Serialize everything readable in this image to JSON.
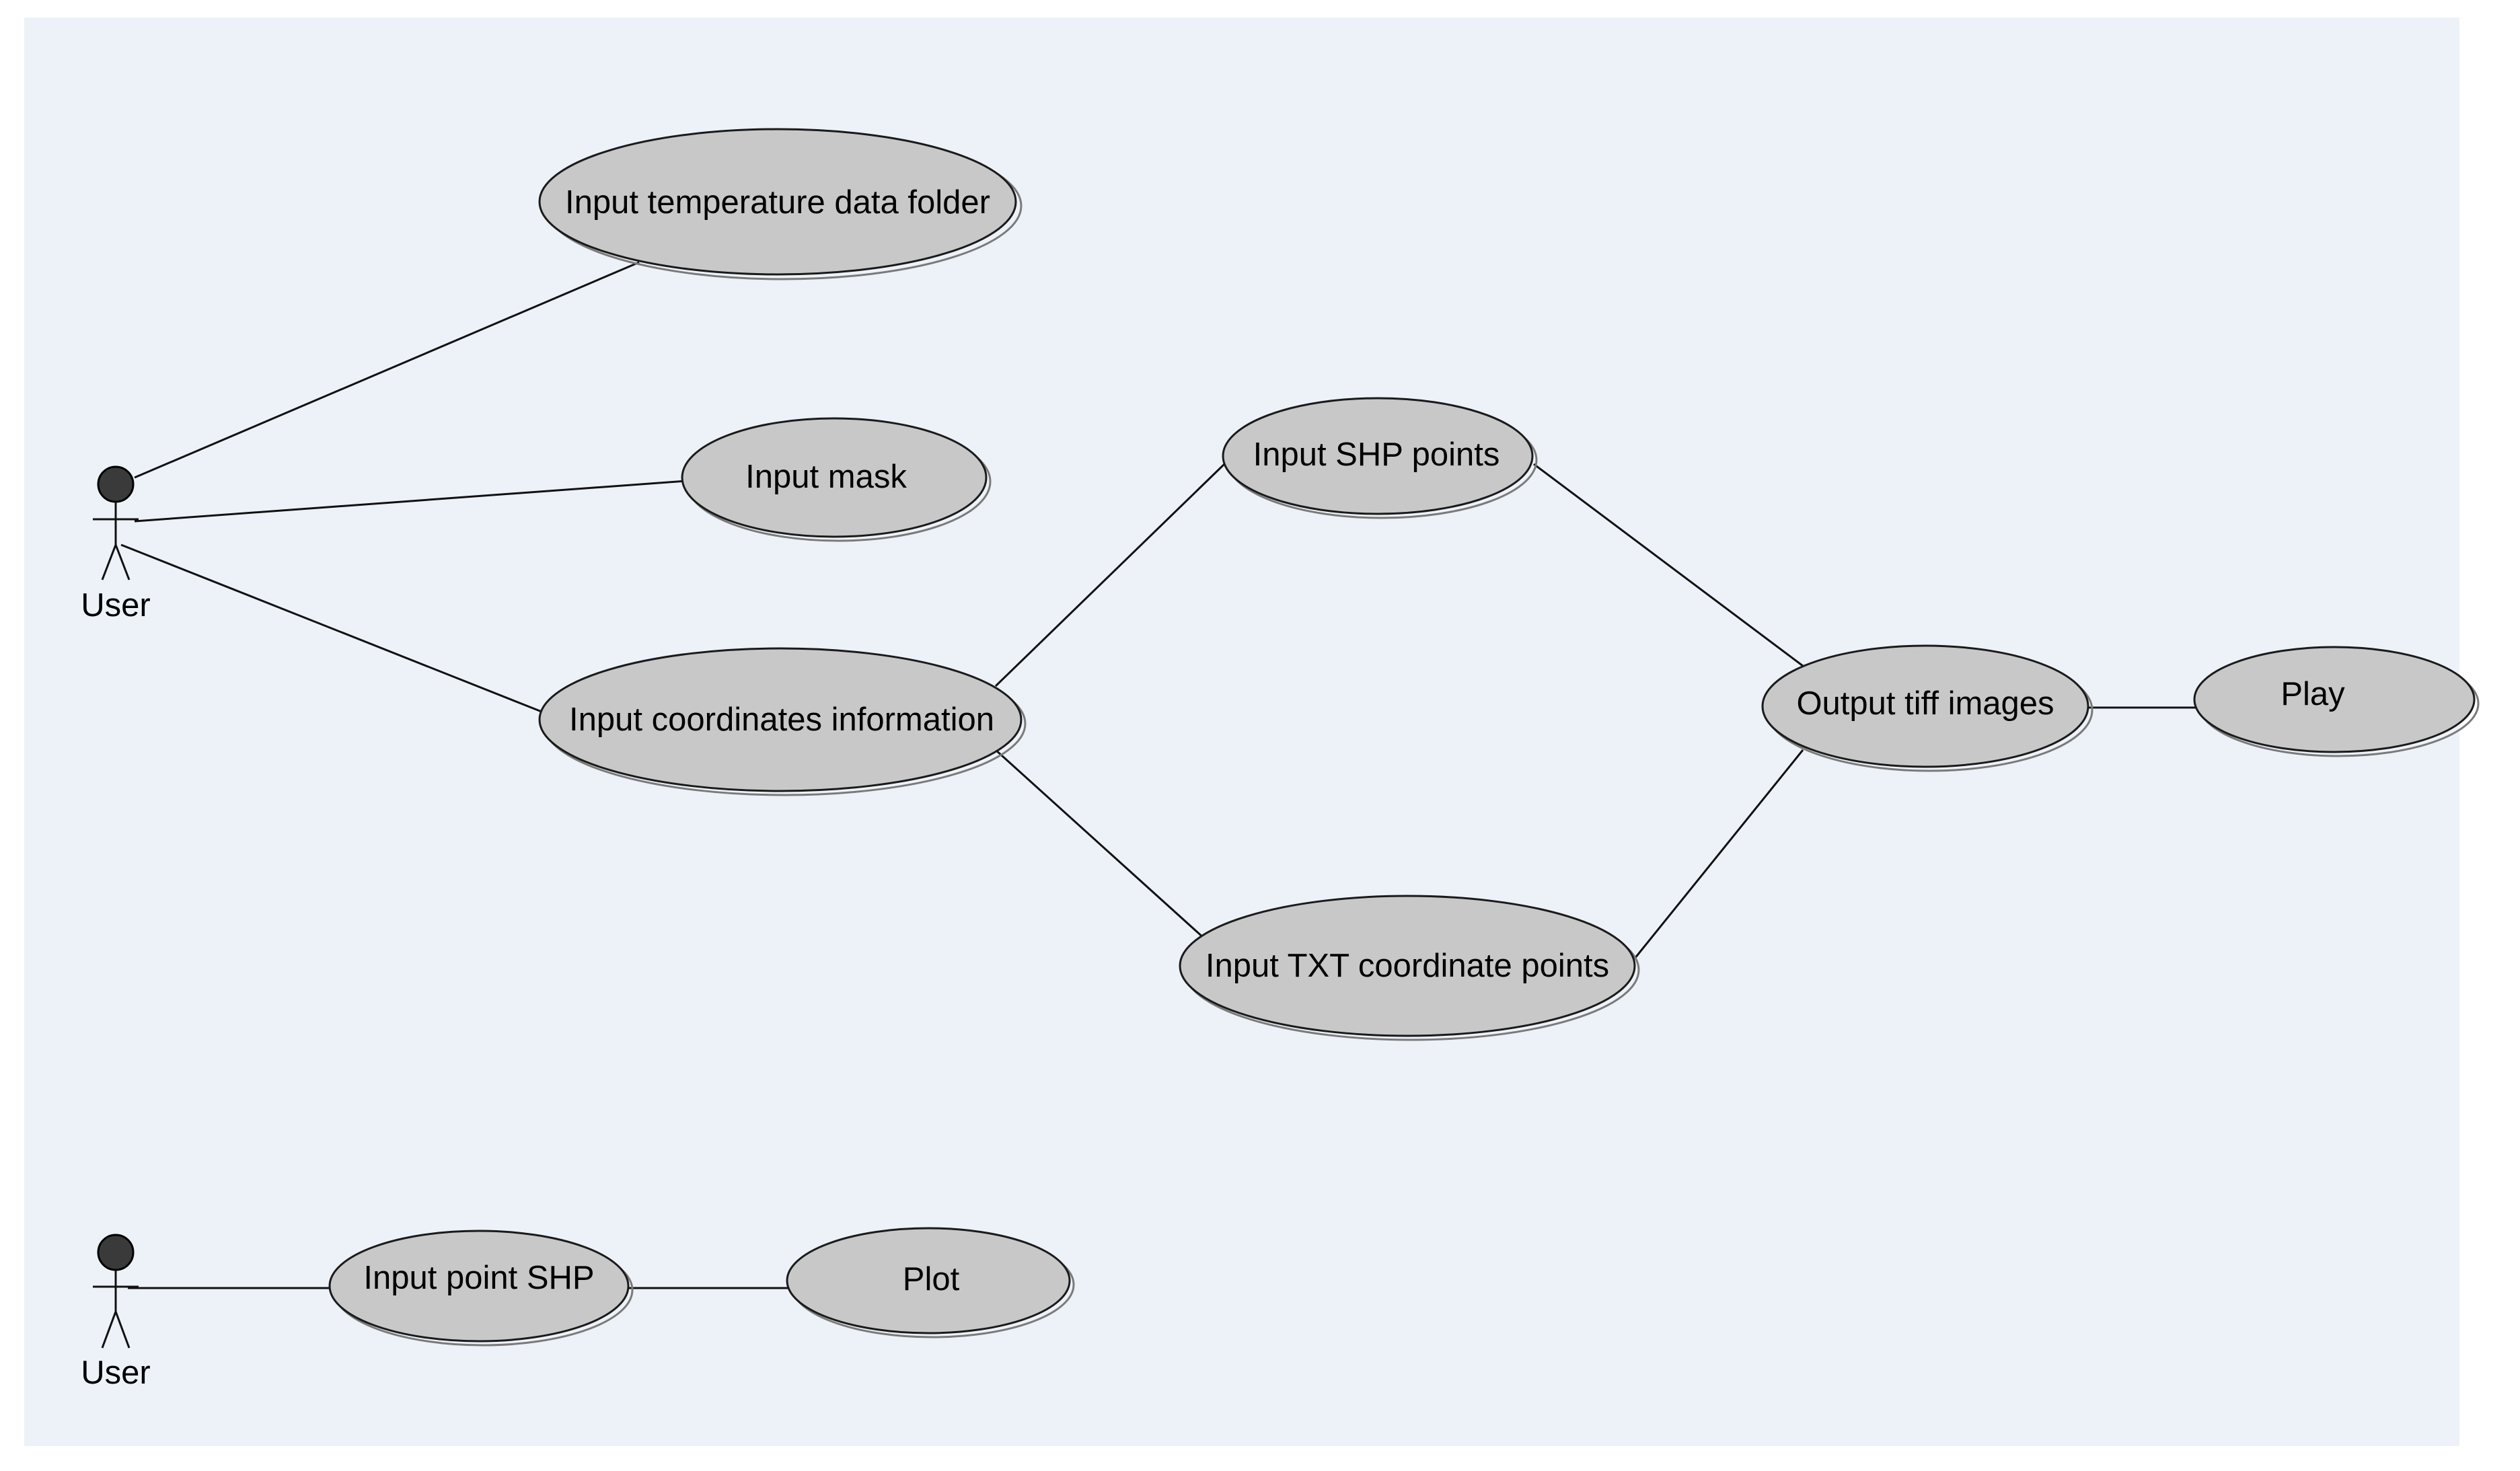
{
  "diagram": {
    "colors": {
      "page_border": "#ffffff",
      "background": "#edf2f9",
      "use_case_fill": "#c8c8c8",
      "use_case_stroke": "#1a1a1a",
      "line": "#111111",
      "actor_head": "#3a3a3a"
    },
    "actors": {
      "user_top": {
        "label": "User"
      },
      "user_bottom": {
        "label": "User"
      }
    },
    "use_cases": {
      "input_temperature": {
        "label": "Input temperature data folder"
      },
      "input_mask": {
        "label": "Input mask"
      },
      "input_coordinates": {
        "label": "Input coordinates information"
      },
      "input_shp_points": {
        "label": "Input SHP points"
      },
      "input_txt_points": {
        "label": "Input TXT coordinate points"
      },
      "output_tiff": {
        "label": "Output tiff images"
      },
      "play": {
        "label": "Play"
      },
      "input_point_shp": {
        "label": "Input point SHP"
      },
      "plot": {
        "label": "Plot"
      }
    },
    "associations": [
      {
        "from": "User",
        "to": "Input temperature data folder"
      },
      {
        "from": "User",
        "to": "Input mask"
      },
      {
        "from": "User",
        "to": "Input coordinates information"
      },
      {
        "from": "Input coordinates information",
        "to": "Input SHP points"
      },
      {
        "from": "Input coordinates information",
        "to": "Input TXT coordinate points"
      },
      {
        "from": "Input SHP points",
        "to": "Output tiff images"
      },
      {
        "from": "Input TXT coordinate points",
        "to": "Output tiff images"
      },
      {
        "from": "Output tiff images",
        "to": "Play"
      },
      {
        "from": "User",
        "to": "Input point SHP"
      },
      {
        "from": "Input point SHP",
        "to": "Plot"
      }
    ]
  }
}
